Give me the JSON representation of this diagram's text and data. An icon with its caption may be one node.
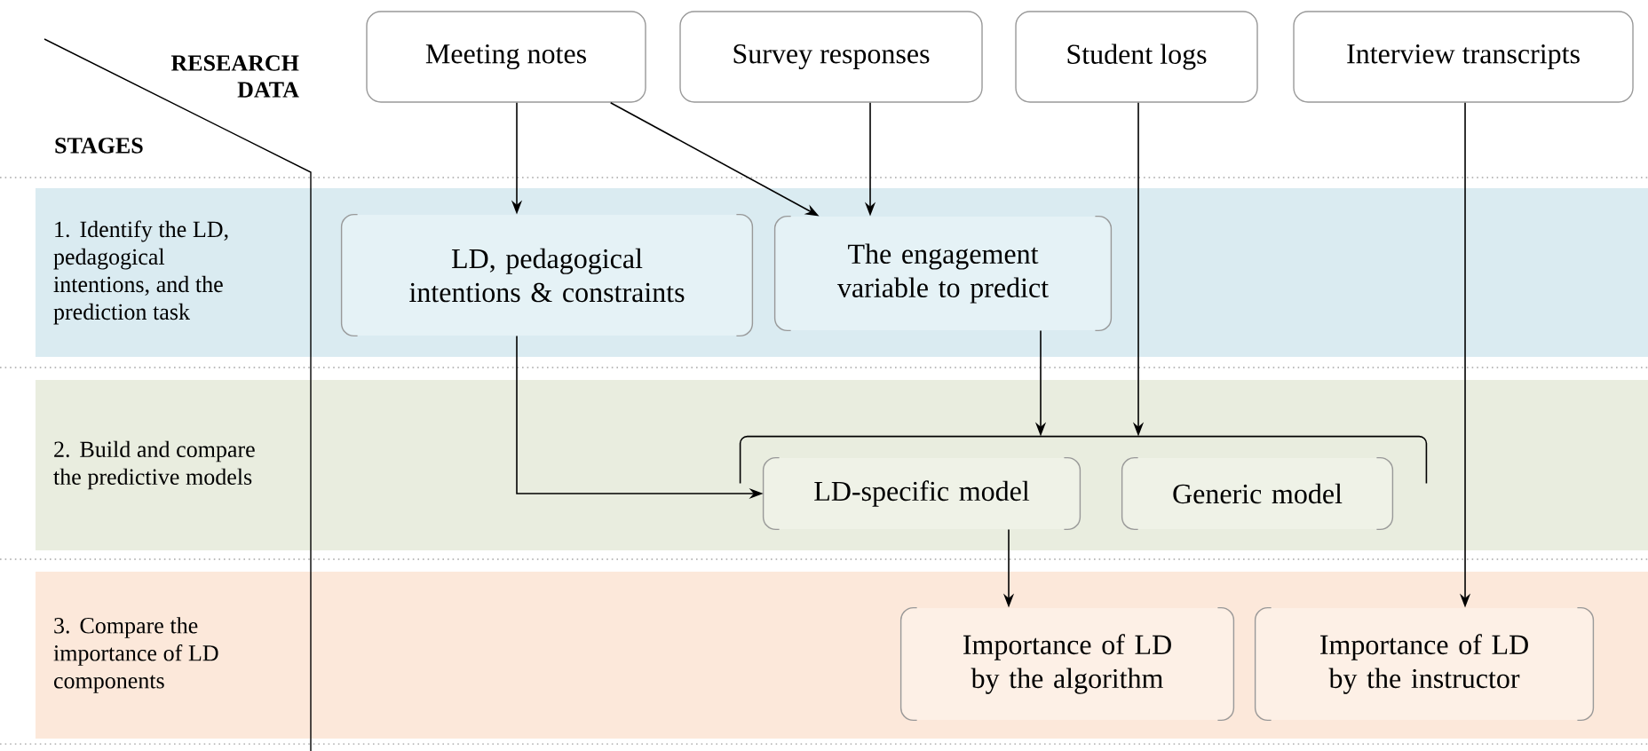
{
  "diagram": {
    "nodes": [
      {
        "text": [
          "Meeting notes"
        ]
      },
      {
        "text": [
          "Survey responses"
        ]
      },
      {
        "text": [
          "Student logs"
        ]
      },
      {
        "text": [
          "Interview transcripts"
        ]
      },
      {
        "text": [
          "1. Identify the LD, pedagogical intentions, and the prediction task"
        ]
      },
      {
        "text": [
          "LD, pedagogical intentions & constraints"
        ],
        "in": 4
      },
      {
        "text": [
          "The engagement variable to predict"
        ],
        "in": 4
      },
      {
        "text": [
          "2. Build and compare the predictive models"
        ]
      },
      {
        "text": [],
        "shape": "bracket",
        "in": 7
      },
      {
        "text": [
          "LD-specific model"
        ],
        "in": 7
      },
      {
        "text": [
          "Generic model"
        ],
        "in": 7
      },
      {
        "text": [
          "3. Compare the importance of LD components"
        ]
      },
      {
        "text": [
          "Importance of LD by the algorithm"
        ],
        "in": 11
      },
      {
        "text": [
          "Importance of LD by the instructor"
        ],
        "in": 11
      }
    ],
    "edges": [
      {
        "from": 0,
        "to": 5,
        "arrow": "to"
      },
      {
        "from": 0,
        "to": 6,
        "arrow": "to"
      },
      {
        "from": 1,
        "to": 6,
        "arrow": "to"
      },
      {
        "from": 6,
        "to": 8,
        "arrow": "to"
      },
      {
        "from": 2,
        "to": 8,
        "arrow": "to"
      },
      {
        "from": 5,
        "to": 9,
        "arrow": "to"
      },
      {
        "from": 9,
        "to": 12,
        "arrow": "to"
      },
      {
        "from": 3,
        "to": 13,
        "arrow": "to"
      }
    ],
    "labels": [
      "RESEARCH DATA",
      "STAGES"
    ]
  }
}
